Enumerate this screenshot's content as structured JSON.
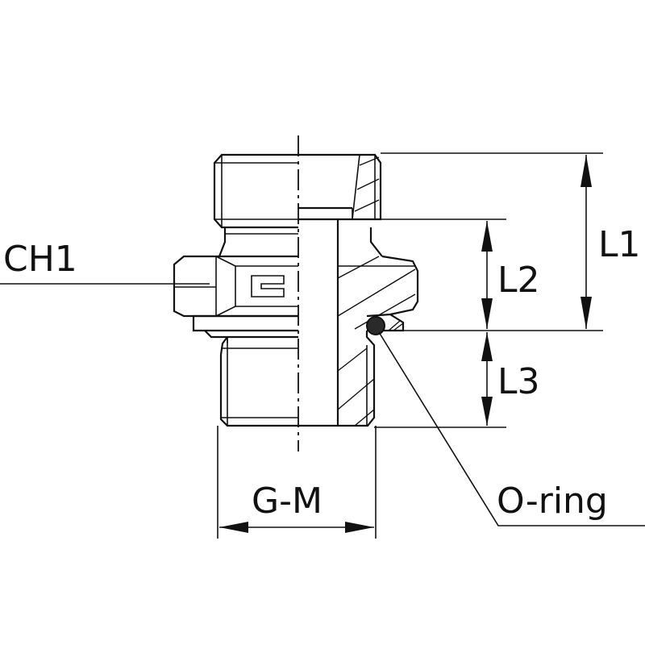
{
  "labels": {
    "ch1": "CH1",
    "l1": "L1",
    "l2": "L2",
    "l3": "L3",
    "gm": "G-M",
    "oring": "O-ring"
  }
}
